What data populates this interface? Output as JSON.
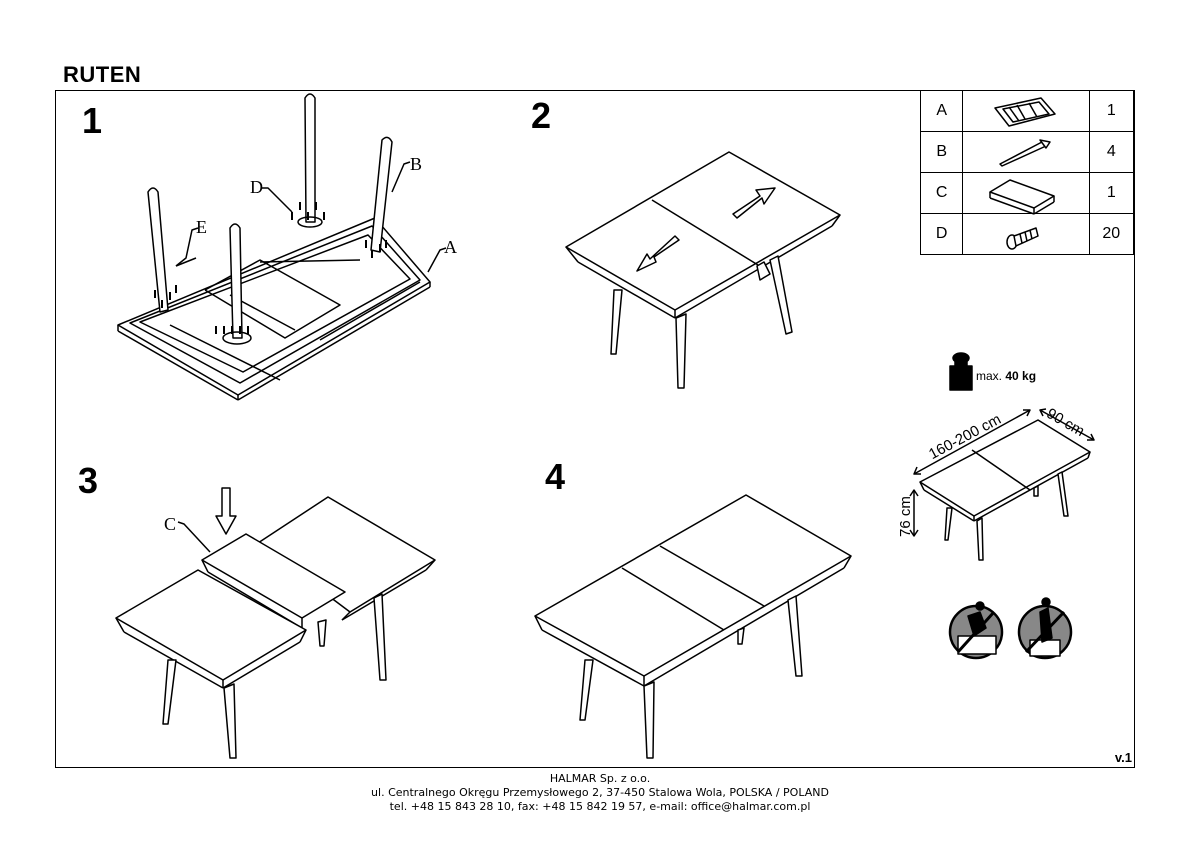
{
  "title": "RUTEN",
  "steps": [
    "1",
    "2",
    "3",
    "4"
  ],
  "callouts": {
    "a": "A",
    "b": "B",
    "c": "C",
    "d": "D",
    "e": "E"
  },
  "parts": [
    {
      "label": "A",
      "icon": "frame-icon",
      "qty": "1"
    },
    {
      "label": "B",
      "icon": "leg-icon",
      "qty": "4"
    },
    {
      "label": "C",
      "icon": "extension-leaf-icon",
      "qty": "1"
    },
    {
      "label": "D",
      "icon": "screw-icon",
      "qty": "20"
    }
  ],
  "max_load": {
    "prefix": "max.",
    "value": "40 kg"
  },
  "dimensions": {
    "length": "160-200 cm",
    "width": "90 cm",
    "height": "76 cm"
  },
  "warnings": [
    "no-standing-on-table-icon",
    "no-climbing-icon"
  ],
  "version": "v.1",
  "footer": {
    "company": "HALMAR Sp. z o.o.",
    "address": "ul. Centralnego Okręgu Przemysłowego 2, 37-450 Stalowa Wola, POLSKA / POLAND",
    "contact": "tel. +48 15 843 28 10, fax: +48 15 842 19 57, e-mail: office@halmar.com.pl"
  }
}
